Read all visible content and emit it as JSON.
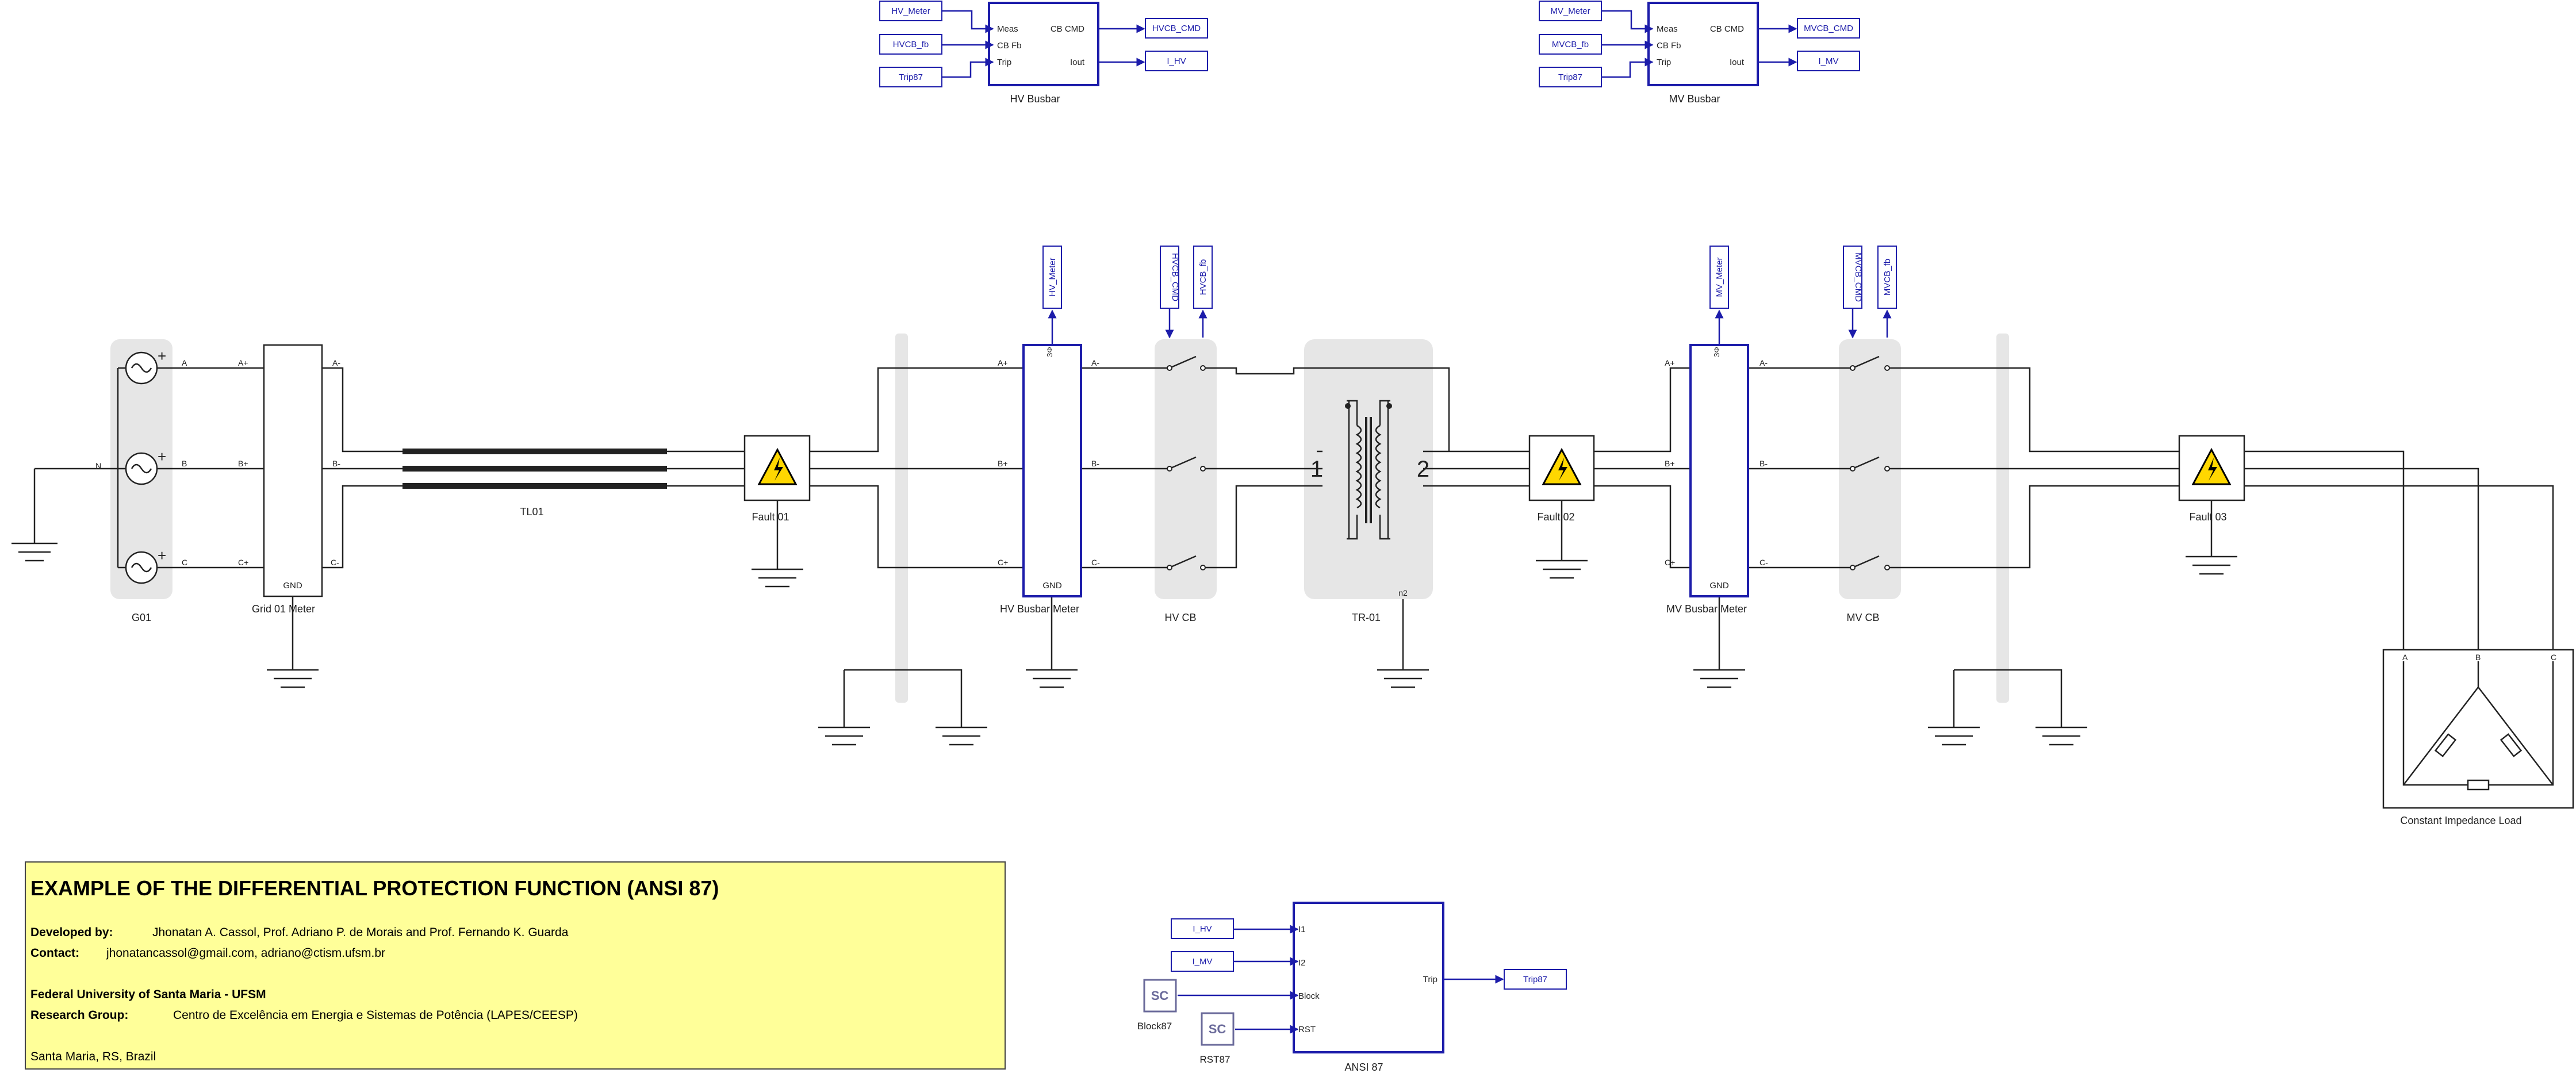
{
  "colors": {
    "signal": "#1c1caa",
    "wire": "#222222",
    "group_bg": "#e6e6e6",
    "info_bg": "#ffff99"
  },
  "hv_relay": {
    "title": "HV Busbar",
    "in_labels": [
      "Meas",
      "CB Fb",
      "Trip"
    ],
    "out_labels": [
      "CB CMD",
      "Iout"
    ],
    "inputs": [
      "HV_Meter",
      "HVCB_fb",
      "Trip87"
    ],
    "outputs": [
      "HVCB_CMD",
      "I_HV"
    ]
  },
  "mv_relay": {
    "title": "MV Busbar",
    "in_labels": [
      "Meas",
      "CB Fb",
      "Trip"
    ],
    "out_labels": [
      "CB CMD",
      "Iout"
    ],
    "inputs": [
      "MV_Meter",
      "MVCB_fb",
      "Trip87"
    ],
    "outputs": [
      "MVCB_CMD",
      "I_MV"
    ]
  },
  "tags": {
    "hv_meter": "HV_Meter",
    "hvcb_cmd": "HVCB_CMD",
    "hvcb_fb": "HVCB_fb",
    "mv_meter": "MV_Meter",
    "mvcb_cmd": "MVCB_CMD",
    "mvcb_fb": "MVCB_fb"
  },
  "components": {
    "g01": "G01",
    "g01_neutral": "N",
    "phases": [
      "A",
      "B",
      "C"
    ],
    "plus": "+",
    "grid_meter": "Grid 01 Meter",
    "gnd": "GND",
    "pos_ports": [
      "A+",
      "B+",
      "C+"
    ],
    "neg_ports": [
      "A-",
      "B-",
      "C-"
    ],
    "tl01": "TL01",
    "fault01": "Fault 01",
    "hv_busbar_meter": "HV Busbar Meter",
    "hv_cb": "HV CB",
    "tr01": "TR-01",
    "tr_winding1": "1",
    "tr_winding2": "2",
    "tr_n2": "n2",
    "fault02": "Fault 02",
    "mv_busbar_meter": "MV Busbar Meter",
    "mv_cb": "MV CB",
    "fault03": "Fault 03",
    "load": "Constant Impedance Load",
    "load_ports": [
      "A",
      "B",
      "C"
    ],
    "meter_port": "3Φ"
  },
  "ansi87": {
    "title": "ANSI 87",
    "ports": [
      "I1",
      "I2",
      "Block",
      "RST"
    ],
    "output": "Trip",
    "out_tag": "Trip87",
    "in_tags": [
      "I_HV",
      "I_MV"
    ],
    "sc": "SC",
    "block_label": "Block87",
    "rst_label": "RST87"
  },
  "info": {
    "title": "EXAMPLE OF THE DIFFERENTIAL PROTECTION FUNCTION (ANSI 87)",
    "developed_label": "Developed by:",
    "developed_value": "Jhonatan  A. Cassol, Prof. Adriano P. de Morais and Prof. Fernando K. Guarda",
    "contact_label": "Contact:",
    "contact_value": "jhonatancassol@gmail.com, adriano@ctism.ufsm.br",
    "university": "Federal University of Santa Maria - UFSM",
    "group_label": "Research Group:",
    "group_value": "Centro de Excelência em Energia e Sistemas de Potência (LAPES/CEESP)",
    "location": "Santa Maria, RS, Brazil"
  }
}
